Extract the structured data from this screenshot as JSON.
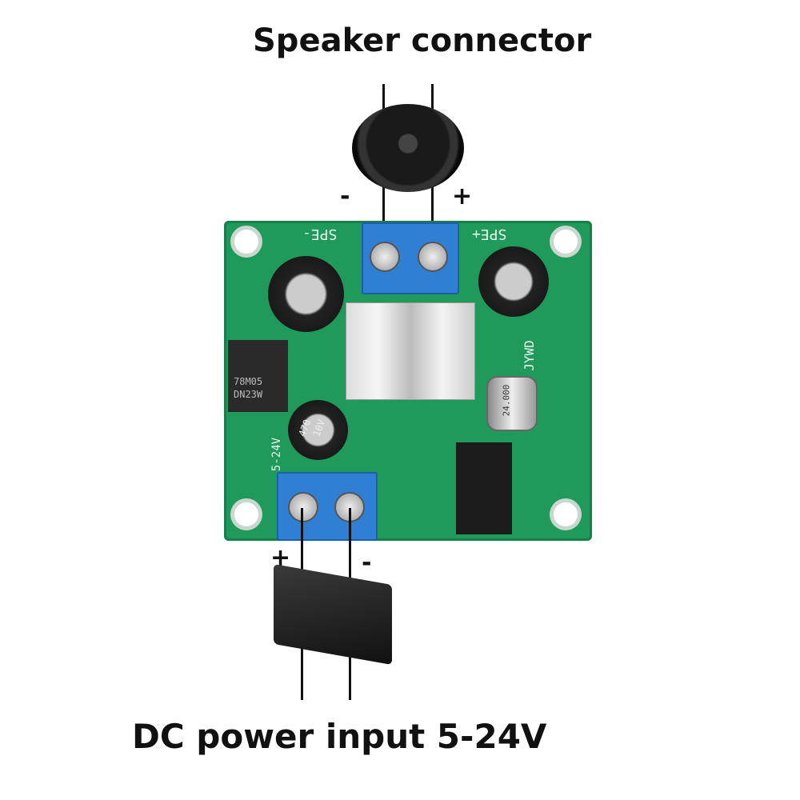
{
  "labels": {
    "speaker": "Speaker connector",
    "power": "DC power input 5-24V",
    "spk_minus": "-",
    "spk_plus": "+",
    "pwr_plus": "+",
    "pwr_minus": "-"
  },
  "silkscreen": {
    "spe_minus": "SPE-",
    "spe_plus": "SPE+",
    "regulator_line1": "78M05",
    "regulator_line2": "DN23W",
    "cap_line1": "470",
    "cap_line2": "10V",
    "brand": "JYWD",
    "crystal": "24.000",
    "voltage": "5-24V"
  },
  "colors": {
    "board": "#1f9a5a",
    "terminal": "#2f7fd4"
  }
}
